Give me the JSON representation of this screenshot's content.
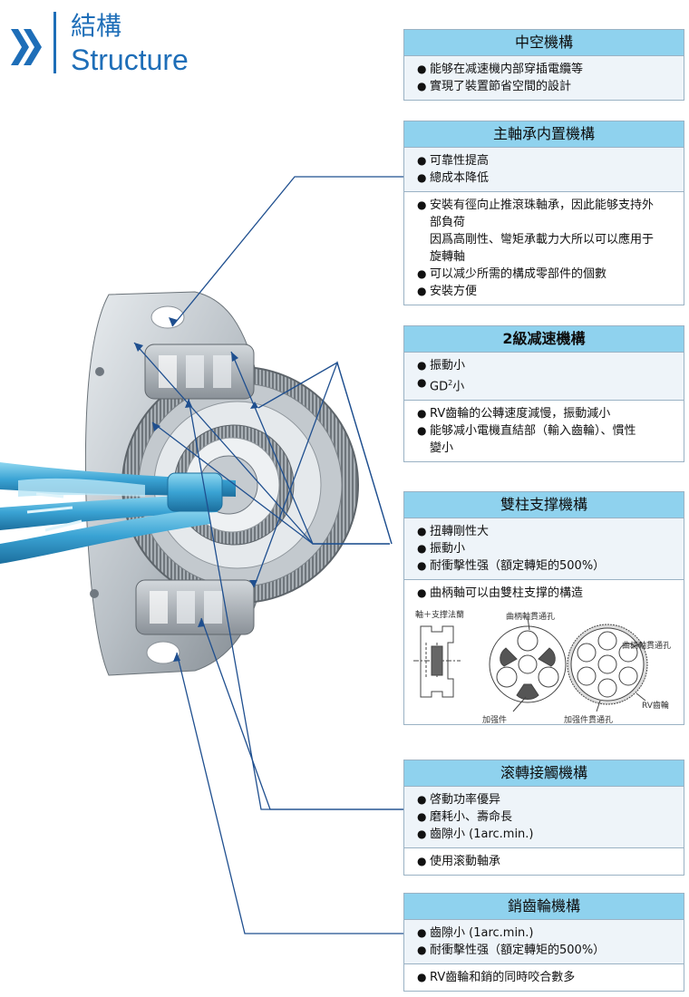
{
  "header": {
    "title_zh": "結構",
    "title_en": "Structure"
  },
  "colors": {
    "accent": "#1e6eb8",
    "box_header": "#8fd2ee",
    "box_body": "#eef4f9",
    "callout_line": "#1f4f8f"
  },
  "hollow": {
    "title": "中空機構",
    "items": [
      "能够在减速機内部穿插電纜等",
      "實現了裝置節省空間的設計"
    ]
  },
  "bearing": {
    "title": "主軸承内置機構",
    "items_a": [
      "可靠性提高",
      "總成本降低"
    ],
    "items_b": [
      {
        "line1": "安裝有徑向止推滾珠軸承，因此能够支持外",
        "cont": "部負荷"
      },
      {
        "line1": "",
        "cont": "因爲高剛性、彎矩承載力大所以可以應用于"
      },
      {
        "line1": "",
        "cont": "旋轉軸"
      },
      {
        "line1": "可以减少所需的構成零部件的個數",
        "cont": ""
      },
      {
        "line1": "安裝方便",
        "cont": ""
      }
    ]
  },
  "two_stage": {
    "title": "2級减速機構",
    "items_a": [
      "振動小"
    ],
    "gd_text": "GD",
    "gd_sup": "2",
    "gd_tail": "小",
    "items_b": [
      {
        "line1": "RV齒輪的公轉速度減慢，振動減小",
        "cont": ""
      },
      {
        "line1": "能够减小電機直結部（輸入齒輪）、慣性",
        "cont": "變小"
      }
    ]
  },
  "double_column": {
    "title": "雙柱支撑機構",
    "items_a": [
      "扭轉剛性大",
      "振動小",
      "耐衝擊性强（額定轉矩的500%）"
    ],
    "items_b": [
      "曲柄軸可以由雙柱支撑的構造"
    ],
    "diagram_labels": {
      "shaft_flange": "軸＋支撑法蘭",
      "crank_hole_top": "曲柄軸貫通孔",
      "crank_hole_right": "曲柄軸貫通孔",
      "reinforcement": "加强件",
      "reinforcement_hole": "加强件貫通孔",
      "rv_gear": "RV齒輪"
    }
  },
  "rolling": {
    "title": "滚轉接觸機構",
    "items_a": [
      "啓動功率優异",
      "磨耗小、壽命長",
      "齒隙小 (1arc.min.)"
    ],
    "items_b": [
      "使用滚動軸承"
    ]
  },
  "pin_gear": {
    "title": "銷齒輪機構",
    "items_a": [
      "齒隙小 (1arc.min.)",
      "耐衝擊性强（額定轉矩的500%）"
    ],
    "items_b": [
      "RV齒輪和銷的同時咬合數多"
    ]
  },
  "bullet": "●"
}
